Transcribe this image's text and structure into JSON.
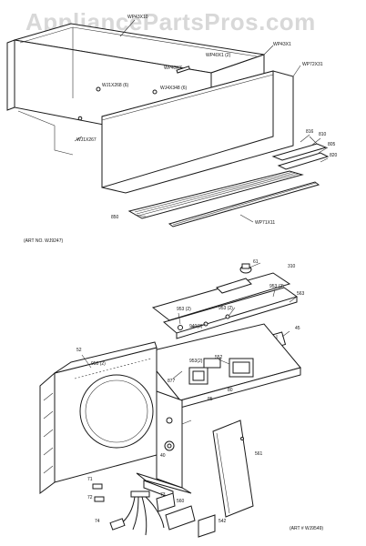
{
  "watermark": "AppliancePartsPros.com",
  "top_assembly": {
    "art_number": "(ART NO. WJ9247)",
    "labels": {
      "WP43X10": "WP43X10",
      "WP43X1": "WP43X1",
      "WP72X31": "WP72X31",
      "WP43X7": "WP43X7",
      "WP40X1_2": "WP40X1 (2)",
      "WJ1X268_6": "WJ1X268 (6)",
      "WJ4X348_6": "WJ4X348 (6)",
      "WJ1X267": "WJ1X267",
      "n816": "816",
      "n810": "810",
      "n805": "805",
      "n820": "820",
      "n850": "850",
      "WP71X11": "WP71X11"
    }
  },
  "bottom_assembly": {
    "art_number": "(ART # WJ9549)",
    "labels": {
      "n61": "61",
      "n310": "310",
      "n953_2a": "953 (2)",
      "n953_2b": "953 (2)",
      "n563": "563",
      "n953_2c": "953 (2)",
      "n940": "940(3)",
      "n52": "52",
      "n950_2": "950 (2)",
      "n953_2d": "953(2)",
      "n552": "552",
      "n45": "45",
      "n877": "877",
      "n85": "85",
      "n80": "80",
      "n561": "561",
      "n40": "40",
      "n71": "71",
      "n72": "72",
      "n73": "73",
      "n560": "560",
      "n542": "542",
      "n74": "74"
    }
  }
}
